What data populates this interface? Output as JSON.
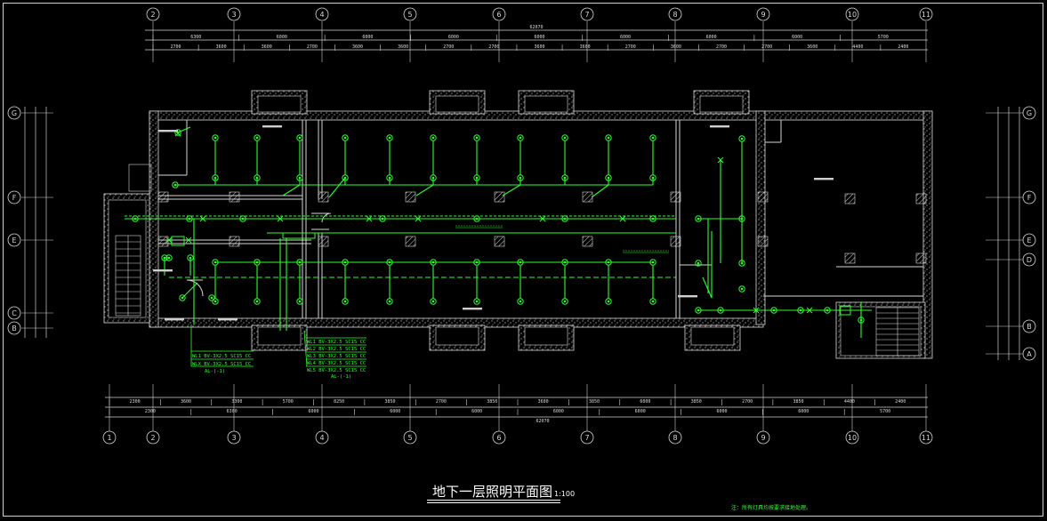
{
  "drawing": {
    "title": "地下一层照明平面图",
    "scale": "1:100",
    "note": "注：所有灯具均按要求接地处理。"
  },
  "colors": {
    "background": "#000000",
    "wall": "#d6d6d6",
    "circuit": "#2cff2c",
    "text": "#ffffff"
  },
  "axes": {
    "columns": [
      "1",
      "2",
      "3",
      "4",
      "5",
      "6",
      "7",
      "8",
      "9",
      "10",
      "11"
    ],
    "rows_left": [
      "G",
      "F",
      "E",
      "C",
      "B"
    ],
    "rows_right": [
      "G",
      "F",
      "E",
      "D",
      "B",
      "A"
    ]
  },
  "dimensions": {
    "top_total": "62070",
    "top_bays": [
      "6300",
      "6000",
      "6000",
      "6000",
      "6000",
      "6000",
      "6000",
      "6000",
      "5700"
    ],
    "top_sub": [
      "2700",
      "3600",
      "3600",
      "2700",
      "3600",
      "3600",
      "2700",
      "2700",
      "3600",
      "3600",
      "2700",
      "3600",
      "2700",
      "2700",
      "3600",
      "4400",
      "2400"
    ],
    "bottom_total": "62070",
    "bottom_bays": [
      "2300",
      "6300",
      "6000",
      "6000",
      "6000",
      "6000",
      "6000",
      "6000",
      "6000",
      "5700"
    ],
    "bottom_sub": [
      "2300",
      "3600",
      "3300",
      "5700",
      "8250",
      "3850",
      "2700",
      "3850",
      "3600",
      "3850",
      "6000",
      "3850",
      "2700",
      "3850",
      "4400",
      "2400"
    ]
  },
  "circuits_left": [
    "WL1 BV-3X2.5 SC15 CC",
    "WLX BV-3X2.5 SC15 CC",
    "AL-(-1)"
  ],
  "circuits_right": [
    "WL1 BV-3X2.5 SC15 CC",
    "WL2 BV-3X2.5 SC15 CC",
    "WL3 BV-3X2.5 SC15 CC",
    "WL4 BV-3X2.5 SC15 CC",
    "WL5 BV-3X2.5 SC15 CC",
    "AL-(-1)"
  ]
}
